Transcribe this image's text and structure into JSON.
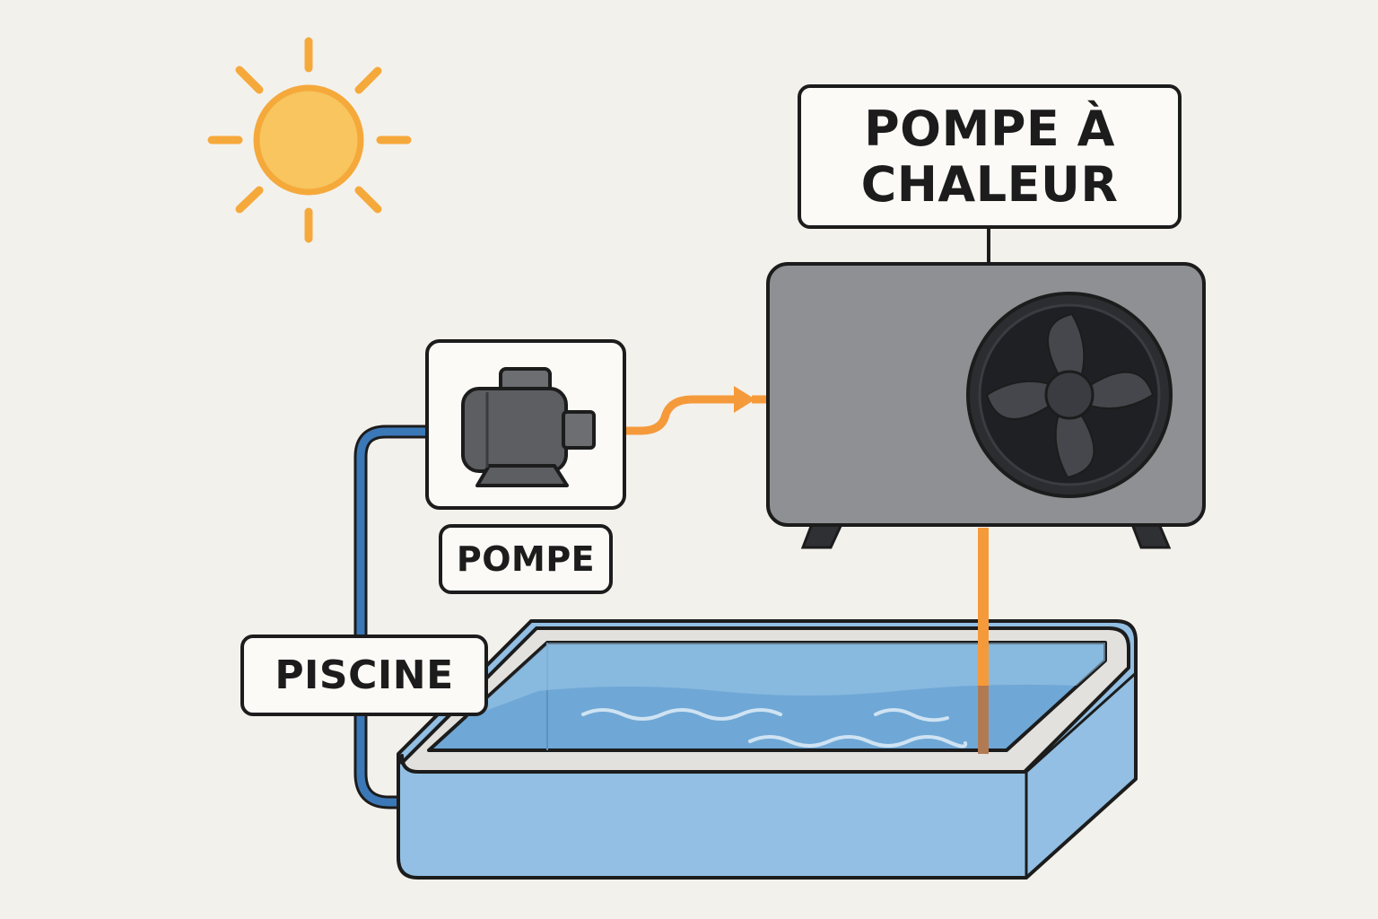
{
  "labels": {
    "heat_pump_line1": "POMPE À",
    "heat_pump_line2": "CHALEUR",
    "pump": "POMPE",
    "pool": "PISCINE"
  },
  "colors": {
    "background": "#f3f1ec",
    "sun": "#f5a93b",
    "hot_pipe": "#f59a3a",
    "cold_pipe": "#3b78b8",
    "unit_body": "#8e9093",
    "fan": "#2b2d31",
    "water": "#7fb3dc",
    "outline": "#1c1c1c"
  },
  "icons": [
    "sun-icon",
    "pump-motor-icon",
    "fan-icon",
    "flow-arrow-icon",
    "water-wave-icon"
  ]
}
